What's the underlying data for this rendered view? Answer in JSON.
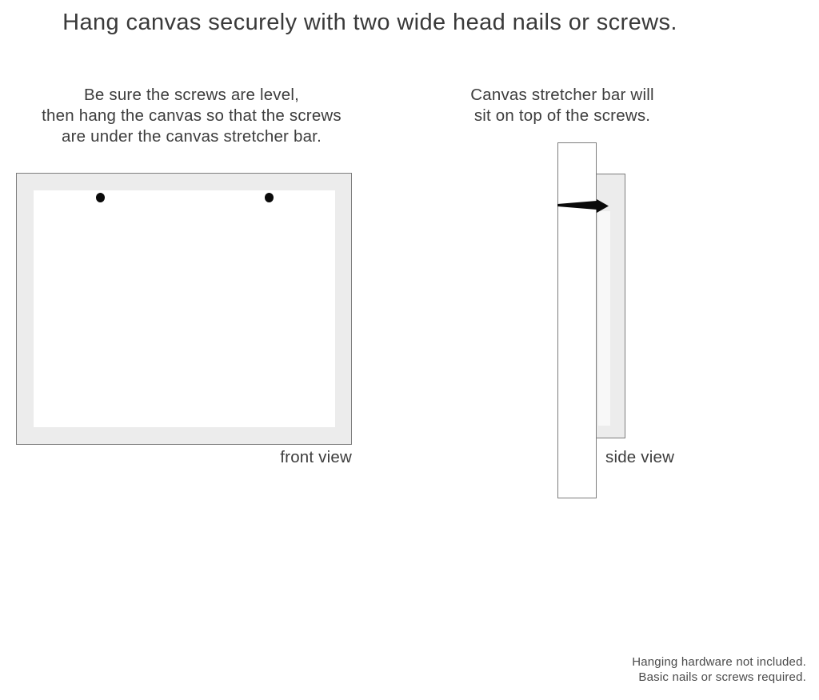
{
  "title": "Hang canvas securely with two wide head nails or screws.",
  "instructions": {
    "left": {
      "line1": "Be sure the screws are level,",
      "line2": "then hang the canvas so that the screws",
      "line3": "are under the canvas stretcher bar."
    },
    "right": {
      "line1": "Canvas stretcher bar will",
      "line2": "sit on top of the screws."
    }
  },
  "front_view": {
    "label": "front view",
    "nail_count": 2
  },
  "side_view": {
    "label": "side view"
  },
  "footnote": {
    "line1": "Hanging hardware not included.",
    "line2": "Basic nails or screws required."
  },
  "colors": {
    "background": "#ffffff",
    "frame_fill": "#ececec",
    "outline": "#7d7d7d",
    "text": "#3d3d3d",
    "nail": "#0a0a0a"
  }
}
